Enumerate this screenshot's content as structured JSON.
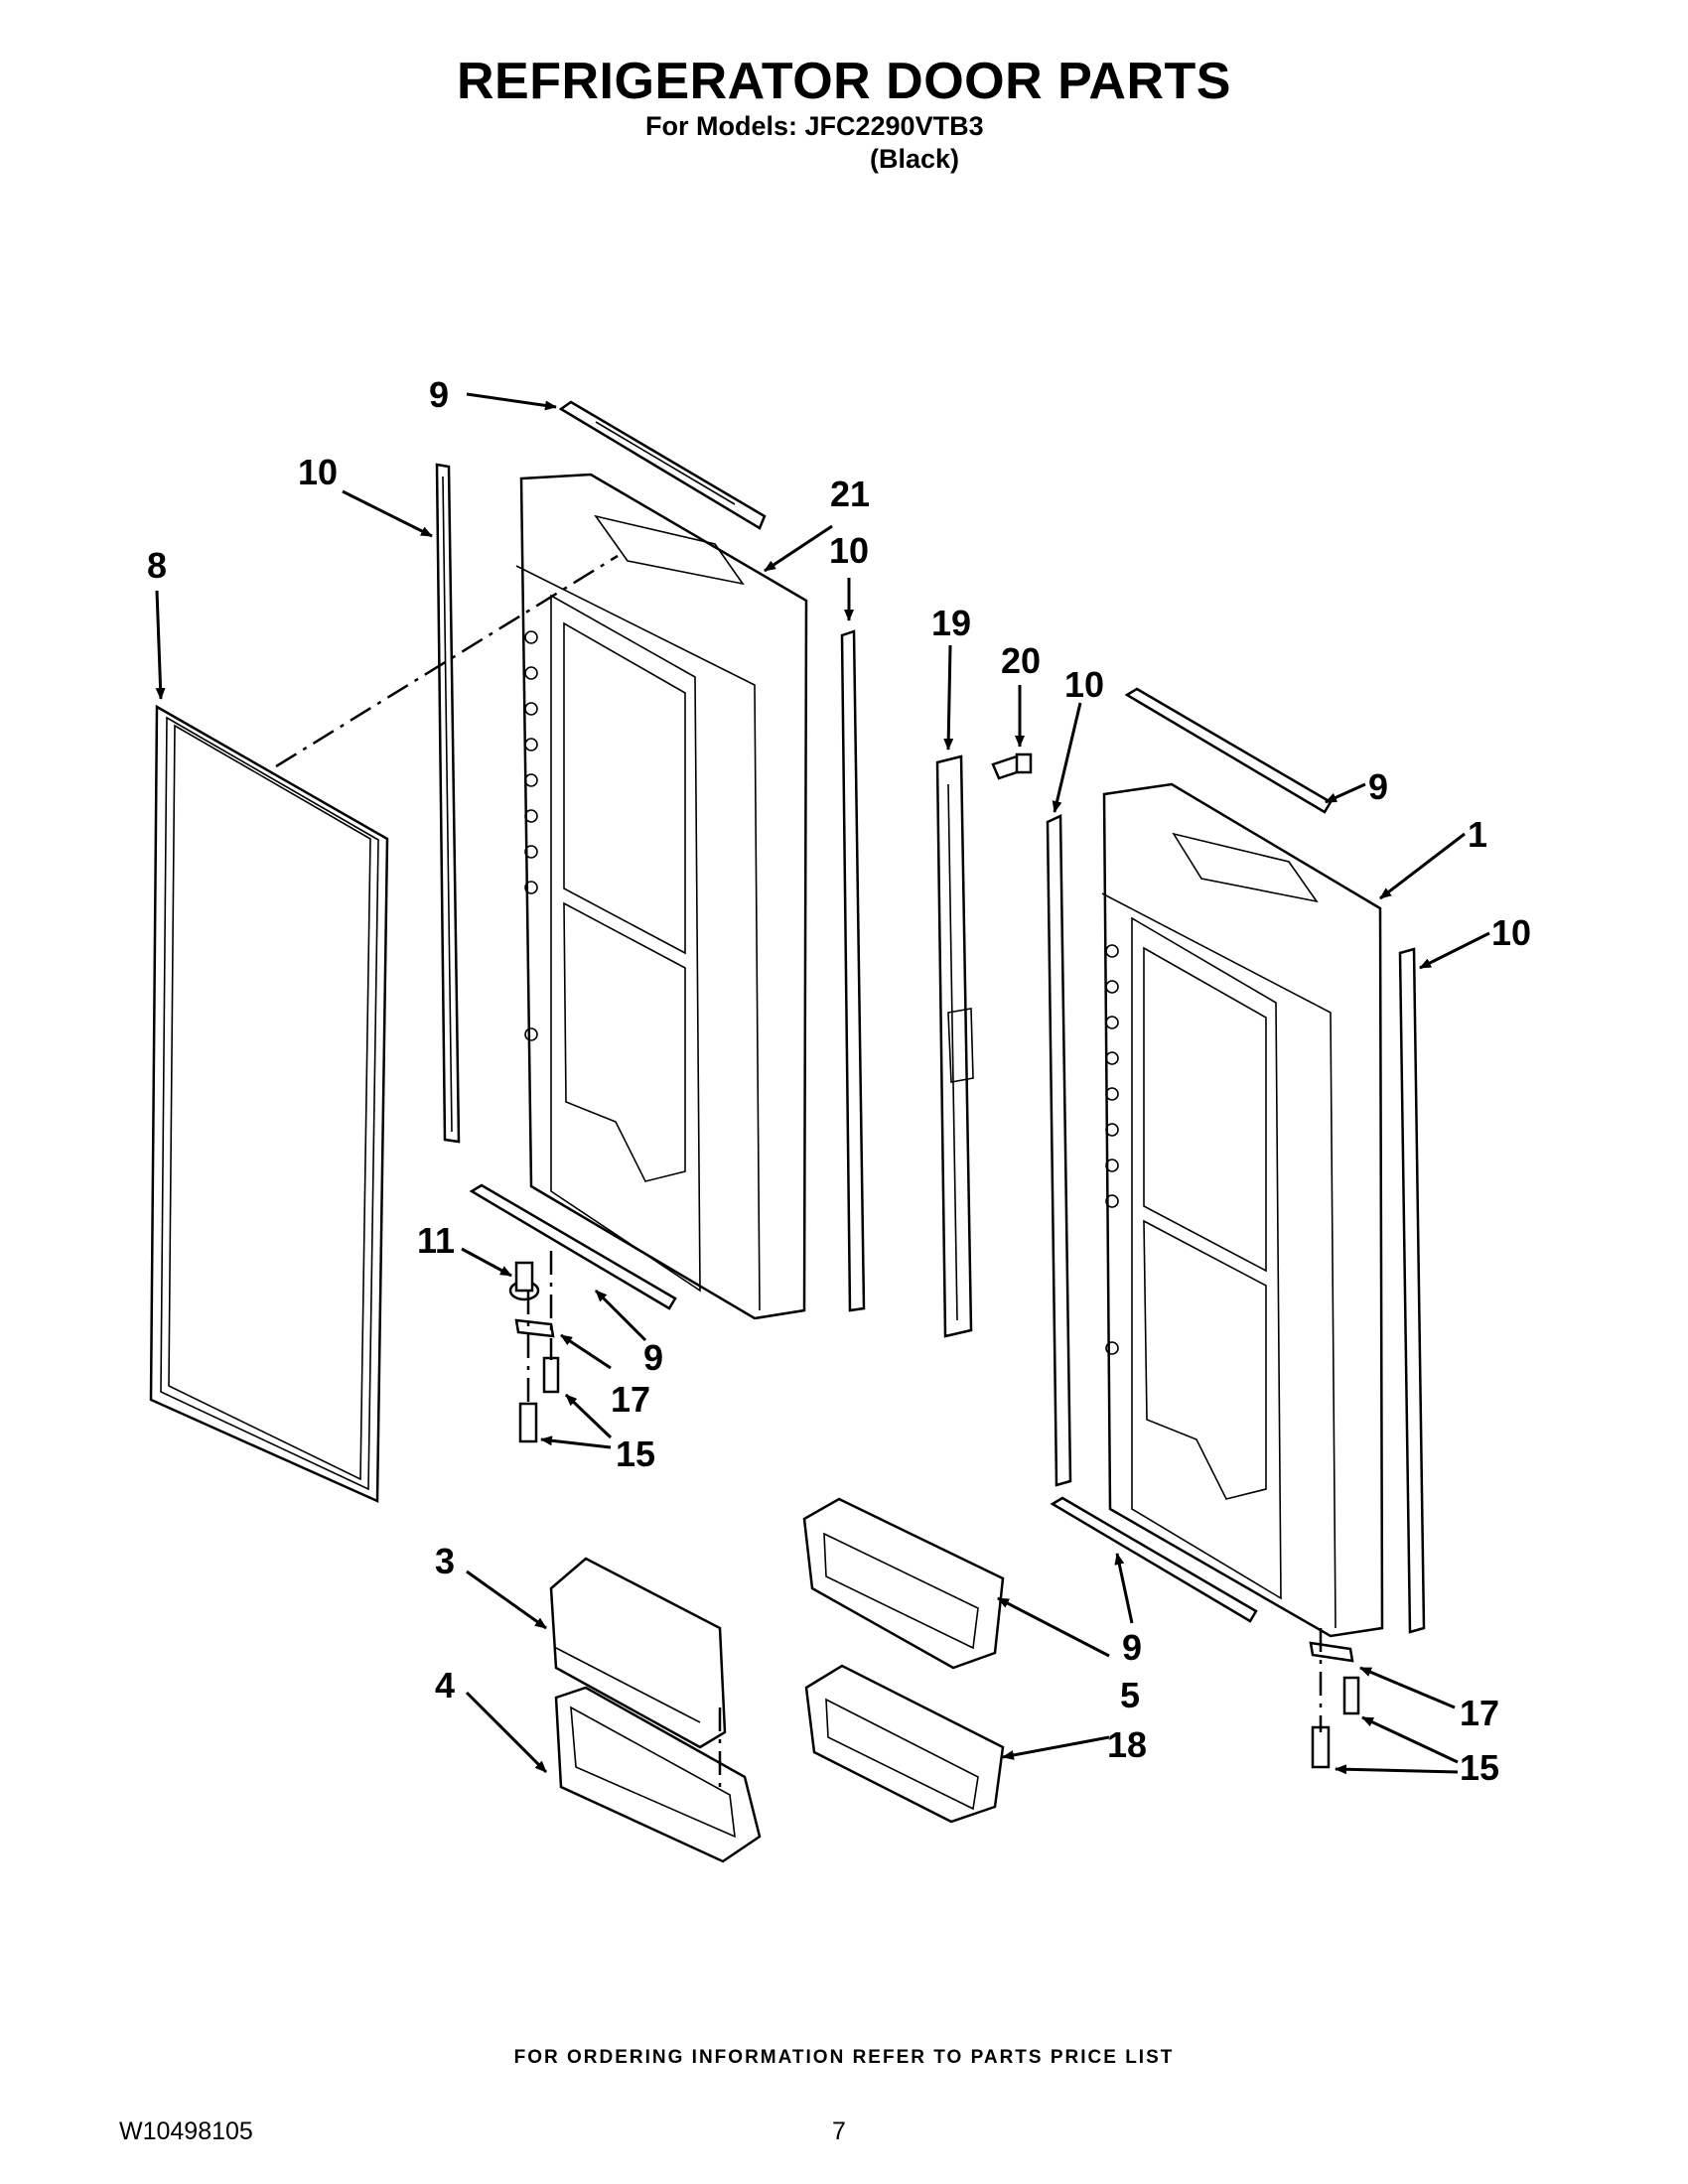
{
  "header": {
    "title": "REFRIGERATOR DOOR PARTS",
    "models_line": "For Models: JFC2290VTB3",
    "color_line": "(Black)"
  },
  "footer": {
    "ordering_note": "FOR ORDERING INFORMATION REFER TO PARTS PRICE LIST",
    "document_number": "W10498105",
    "page_number": "7"
  },
  "callouts": [
    {
      "id": "c-9-top",
      "label": "9"
    },
    {
      "id": "c-10-left",
      "label": "10"
    },
    {
      "id": "c-21",
      "label": "21"
    },
    {
      "id": "c-10-mid",
      "label": "10"
    },
    {
      "id": "c-8",
      "label": "8"
    },
    {
      "id": "c-19",
      "label": "19"
    },
    {
      "id": "c-20",
      "label": "20"
    },
    {
      "id": "c-10-right",
      "label": "10"
    },
    {
      "id": "c-9-right",
      "label": "9"
    },
    {
      "id": "c-1",
      "label": "1"
    },
    {
      "id": "c-10-far",
      "label": "10"
    },
    {
      "id": "c-11",
      "label": "11"
    },
    {
      "id": "c-9-bottom-left",
      "label": "9"
    },
    {
      "id": "c-17-left",
      "label": "17"
    },
    {
      "id": "c-15-left",
      "label": "15"
    },
    {
      "id": "c-3",
      "label": "3"
    },
    {
      "id": "c-4",
      "label": "4"
    },
    {
      "id": "c-9-bottom-mid",
      "label": "9"
    },
    {
      "id": "c-5",
      "label": "5"
    },
    {
      "id": "c-18",
      "label": "18"
    },
    {
      "id": "c-17-right",
      "label": "17"
    },
    {
      "id": "c-15-right",
      "label": "15"
    }
  ]
}
